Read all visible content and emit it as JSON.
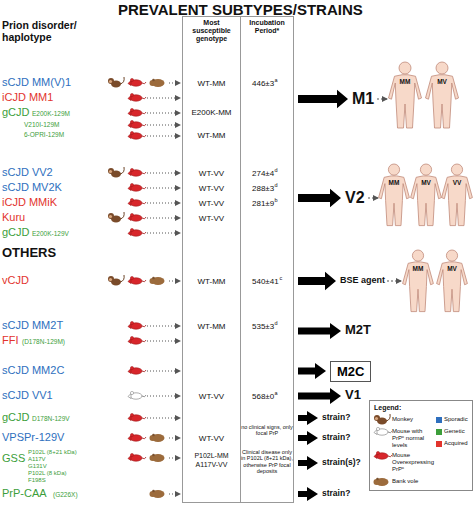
{
  "diagram": {
    "title": "PREVALENT SUBTYPES/STRAINS",
    "nodes": [
      {
        "text": [
          "M2C"
        ]
      }
    ],
    "labels": [
      "Prion disorder/ haplotype",
      "Most susceptible genotype",
      "Incubation Period*",
      "sCJD MM(V)1",
      "iCJD MM1",
      "gCJD",
      "E200K-129M",
      "V210I-129M",
      "6-OPRI-129M",
      "WT-MM",
      "E200K-MM",
      "WT-MM",
      "446±3",
      "a",
      "M1",
      "MM",
      "MV",
      "sCJD VV2",
      "sCJD MV2K",
      "iCJD MMiK",
      "Kuru",
      "gCJD",
      "E200K-129V",
      "WT-VV",
      "WT-VV",
      "WT-VV",
      "WT-VV",
      "274±4",
      "d",
      "288±3",
      "d",
      "281±9",
      "b",
      "V2",
      "MM",
      "MV",
      "VV",
      "OTHERS",
      "vCJD",
      "WT-MM",
      "540±41",
      "c",
      "BSE agent",
      "MM",
      "MV",
      "sCJD MM2T",
      "FFI",
      "(D178N-129M)",
      "WT-MM",
      "535±3",
      "d",
      "M2T",
      "sCJD MM2C",
      "sCJD VV1",
      "WT-VV",
      "568±0",
      "a",
      "V1",
      "gCJD",
      "D178N-129V",
      "strain?",
      "VPSPr-129V",
      "WT-VV",
      "no clinical signs, only focal PrP",
      "strain?",
      "GSS",
      "P102L (8+21 kDa)",
      "A117V",
      "G131V",
      "P102L (8 kDa)",
      "F198S",
      "P102L-MM",
      "A117V-VV",
      "Clinical disease only in P102L (8+21 kDa), otherwise PrP focal deposits",
      "strain(s)?",
      "PrP-CAA",
      "(G226X)",
      "strain?",
      "Legend:"
    ],
    "legend": [
      {
        "text": "Monkey"
      },
      {
        "text": "Mouse with PrPᶜ normal levels"
      },
      {
        "text": "Mouse Overexpressing PrPᶜ"
      },
      {
        "text": "Bank vole"
      },
      {
        "text": "Sporadic",
        "color": "#2e6fbe"
      },
      {
        "text": "Genetic",
        "color": "#3c9e3a"
      },
      {
        "text": "Acquired",
        "color": "#e2342d"
      }
    ]
  }
}
